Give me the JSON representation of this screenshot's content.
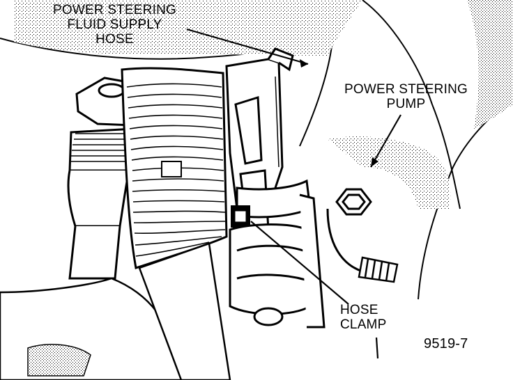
{
  "labels": {
    "supply_hose": [
      "POWER STEERING",
      "FLUID SUPPLY",
      "HOSE"
    ],
    "pump": [
      "POWER STEERING",
      "PUMP"
    ],
    "hose_clamp": [
      "HOSE",
      "CLAMP"
    ],
    "figure_number": "9519-7"
  },
  "colors": {
    "ink": "#000000",
    "paper": "#ffffff",
    "shade": "#8a8a8a"
  }
}
